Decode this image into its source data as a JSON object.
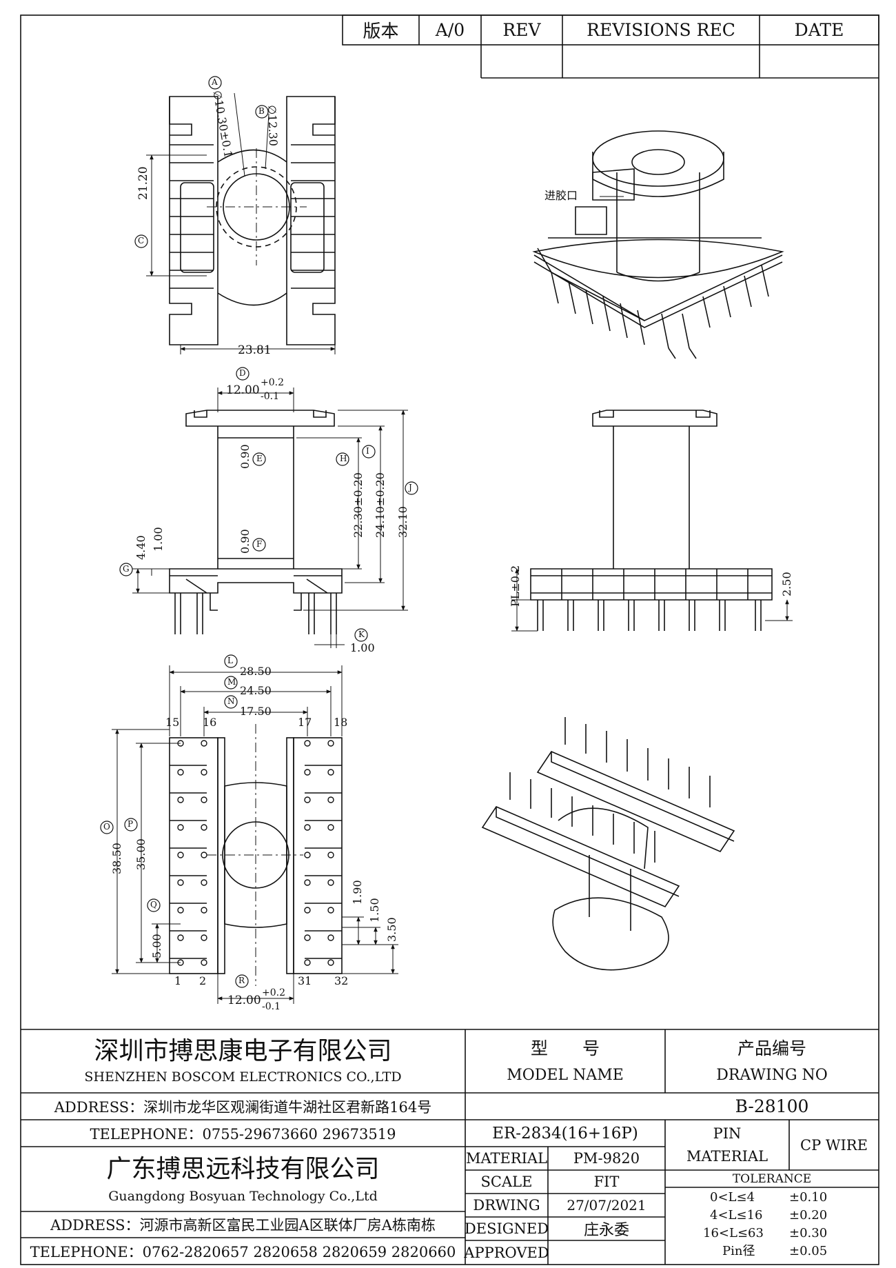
{
  "revision_table": {
    "version_label": "版本",
    "version_value": "A/0",
    "rev_label": "REV",
    "revisions_label": "REVISIONS REC",
    "date_label": "DATE"
  },
  "top_view": {
    "dim_a": "A",
    "dim_a_value": "∅10.30±0.1",
    "dim_b": "B",
    "dim_b_value": "∅12.30",
    "dim_c": "C",
    "dim_c_value": "21.20",
    "width_value": "23.81"
  },
  "iso_top": {
    "gate_label": "进胶口"
  },
  "front_view": {
    "dim_d": "D",
    "dim_d_value": "12.00",
    "dim_d_plus": "+0.2",
    "dim_d_minus": "-0.1",
    "dim_e": "E",
    "dim_e_value": "0.90",
    "dim_f": "F",
    "dim_f_value": "0.90",
    "dim_g": "G",
    "dim_g_value1": "4.40",
    "dim_g_value2": "1.00",
    "dim_h": "H",
    "dim_h_value": "22.30±0.20",
    "dim_i": "I",
    "dim_i_value": "24.10±0.20",
    "dim_j": "J",
    "dim_j_value": "32.10",
    "dim_k": "K",
    "dim_k_value": "1.00"
  },
  "side_view": {
    "pl_value": "PL±0.2",
    "dim_value": "2.50"
  },
  "bottom_view": {
    "dim_l": "L",
    "dim_l_value": "28.50",
    "dim_m": "M",
    "dim_m_value": "24.50",
    "dim_n": "N",
    "dim_n_value": "17.50",
    "dim_o": "O",
    "dim_o_value": "38.50",
    "dim_p": "P",
    "dim_p_value": "35.00",
    "dim_q": "Q",
    "dim_q_value": "5.00",
    "dim_r": "R",
    "dim_r_value": "12.00",
    "dim_r_plus": "+0.2",
    "dim_r_minus": "-0.1",
    "pitch1": "1.90",
    "pitch2": "1.50",
    "pitch3": "3.50",
    "pin_15": "15",
    "pin_16": "16",
    "pin_17": "17",
    "pin_18": "18",
    "pin_1": "1",
    "pin_2": "2",
    "pin_31": "31",
    "pin_32": "32"
  },
  "title_block": {
    "company1_cn": "深圳市搏思康电子有限公司",
    "company1_en": "SHENZHEN BOSCOM ELECTRONICS CO.,LTD",
    "address1": "ADDRESS：深圳市龙华区观澜街道牛湖社区君新路164号",
    "telephone1": "TELEPHONE：0755-29673660 29673519",
    "company2_cn": "广东搏思远科技有限公司",
    "company2_en": "Guangdong Bosyuan Technology Co.,Ltd",
    "address2": "ADDRESS：河源市高新区富民工业园A区联体厂房A栋南栋",
    "telephone2": "TELEPHONE：0762-2820657 2820658 2820659 2820660",
    "model_label_cn": "型　　号",
    "model_label_en": "MODEL NAME",
    "model_value": "ER-2834(16+16P)",
    "drawing_label_cn": "产品编号",
    "drawing_label_en": "DRAWING NO",
    "drawing_value": "B-28100",
    "material_label": "MATERIAL",
    "material_value": "PM-9820",
    "pin_material_label1": "PIN",
    "pin_material_label2": "MATERIAL",
    "pin_material_value": "CP WIRE",
    "scale_label": "SCALE",
    "scale_value": "FIT",
    "tolerance_label": "TOLERANCE",
    "drawing_date_label": "DRWING",
    "drawing_date_value": "27/07/2021",
    "designed_label": "DESIGNED",
    "designed_value": "庄永委",
    "approved_label": "APPROVED",
    "tolerances": [
      {
        "range": "0<L≤4",
        "value": "±0.10"
      },
      {
        "range": "4<L≤16",
        "value": "±0.20"
      },
      {
        "range": "16<L≤63",
        "value": "±0.30"
      },
      {
        "range": "Pin径",
        "value": "±0.05"
      }
    ]
  }
}
